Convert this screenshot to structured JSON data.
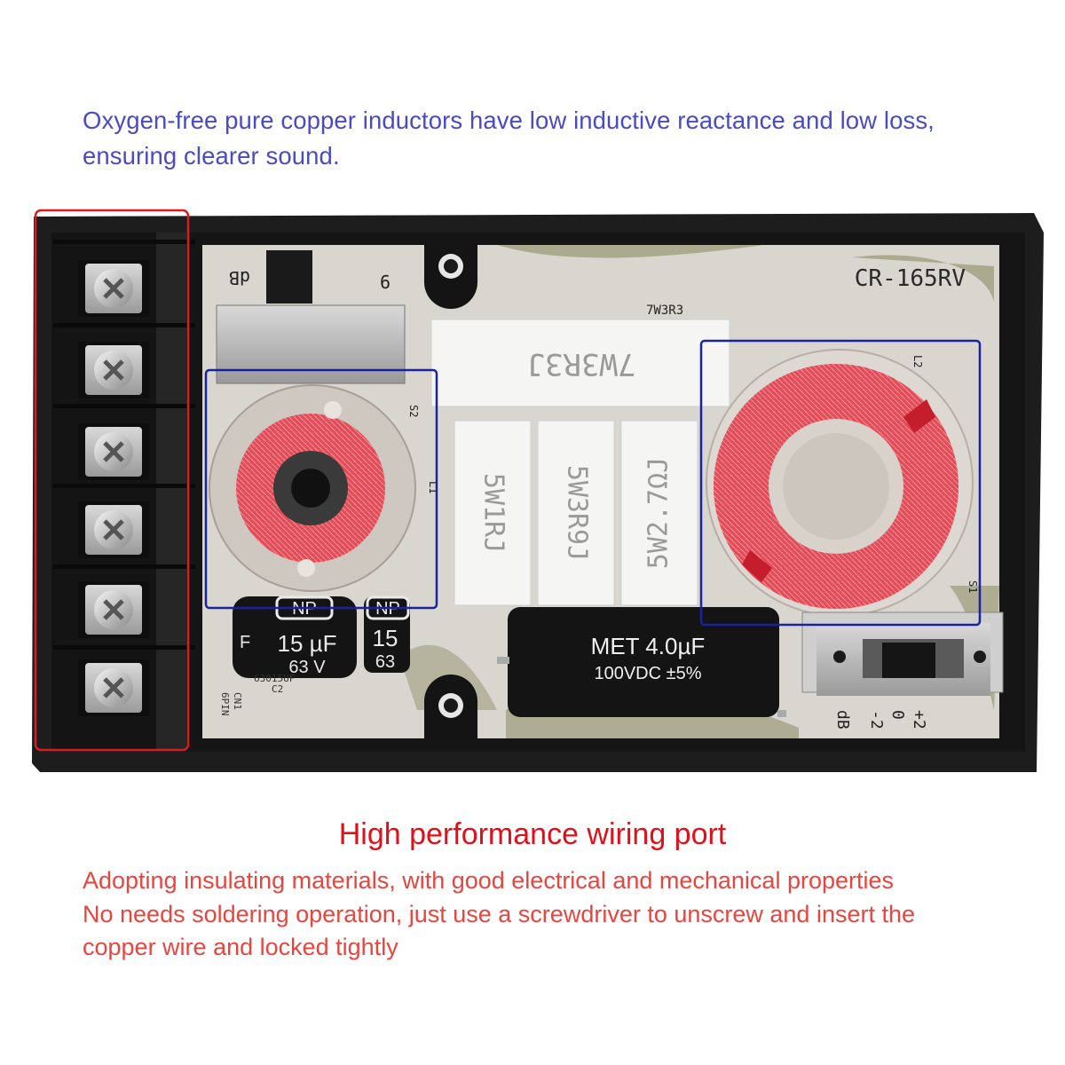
{
  "captions": {
    "top_line_1": "Oxygen-free pure copper inductors have low inductive reactance and low loss,",
    "top_line_2": "ensuring clearer sound.",
    "heading": "High performance wiring port",
    "bottom_line_1": "Adopting insulating materials, with good electrical and mechanical properties",
    "bottom_line_2": "No needs soldering operation, just use a screwdriver to unscrew and insert the",
    "bottom_line_3": "copper wire and locked tightly"
  },
  "board": {
    "model": "CR-165RV",
    "pcb_resistor_label": "7W3R3",
    "resistor_big": "7W3R3J",
    "resistor_1": "5W1RJ",
    "resistor_2": "5W3R9J",
    "resistor_3": "5W2.7ΩJ",
    "cap_met_line1": "MET 4.0µF",
    "cap_met_line2": "100VDC ±5%",
    "cap1_np": "NP",
    "cap1_value": "15 µF",
    "cap1_voltage": "63 V",
    "cap1_letter": "F",
    "cap2_np": "NP",
    "cap2_value": "15",
    "cap2_voltage": "63",
    "silk_c2": "C2",
    "silk_cap_code": "63015UF",
    "silk_cn1": "CN1",
    "silk_6pin": "6PIN",
    "silk_db_top": "dB",
    "silk_9": "9",
    "silk_s2": "S2",
    "silk_l1": "L1",
    "silk_l2": "L2",
    "silk_s1": "S1",
    "switch_plus2": "+2",
    "switch_0": "0",
    "switch_minus2": "-2",
    "switch_db": "dB"
  },
  "colors": {
    "top_caption": "#4a4bc4",
    "heading": "#e0101a",
    "bottom_caption": "#e8453f",
    "highlight_blue": "#1a22a0",
    "highlight_red": "#d81c24",
    "coil_red": "#e8505a"
  }
}
